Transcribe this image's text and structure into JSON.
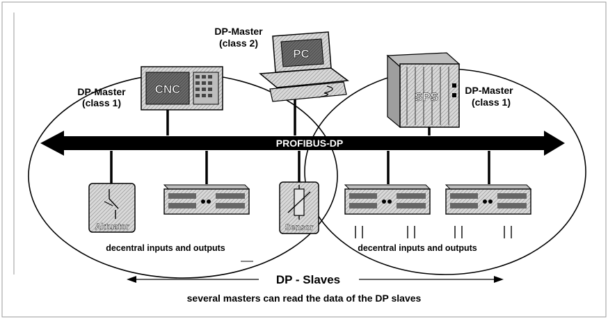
{
  "diagram": {
    "bus_label": "PROFIBUS-DP",
    "master_cnc": {
      "device": "CNC",
      "label_line1": "DP-Master",
      "label_line2": "(class 1)"
    },
    "master_pc": {
      "device": "PC",
      "label_line1": "DP-Master",
      "label_line2": "(class 2)"
    },
    "master_sps": {
      "device": "SPS",
      "label_line1": "DP-Master",
      "label_line2": "(class 1)"
    },
    "slave_actuator": {
      "label": "Aktuator"
    },
    "slave_sensor": {
      "label": "Sensor"
    },
    "io_left_caption": "decentral inputs and outputs",
    "io_right_caption": "decentral inputs and outputs",
    "slaves_title": "DP - Slaves",
    "caption": "several masters can read the data of the DP slaves"
  },
  "colors": {
    "bus": "#000000",
    "device_fill": "#d6d6d6",
    "screen": "#555555",
    "line": "#000000"
  }
}
